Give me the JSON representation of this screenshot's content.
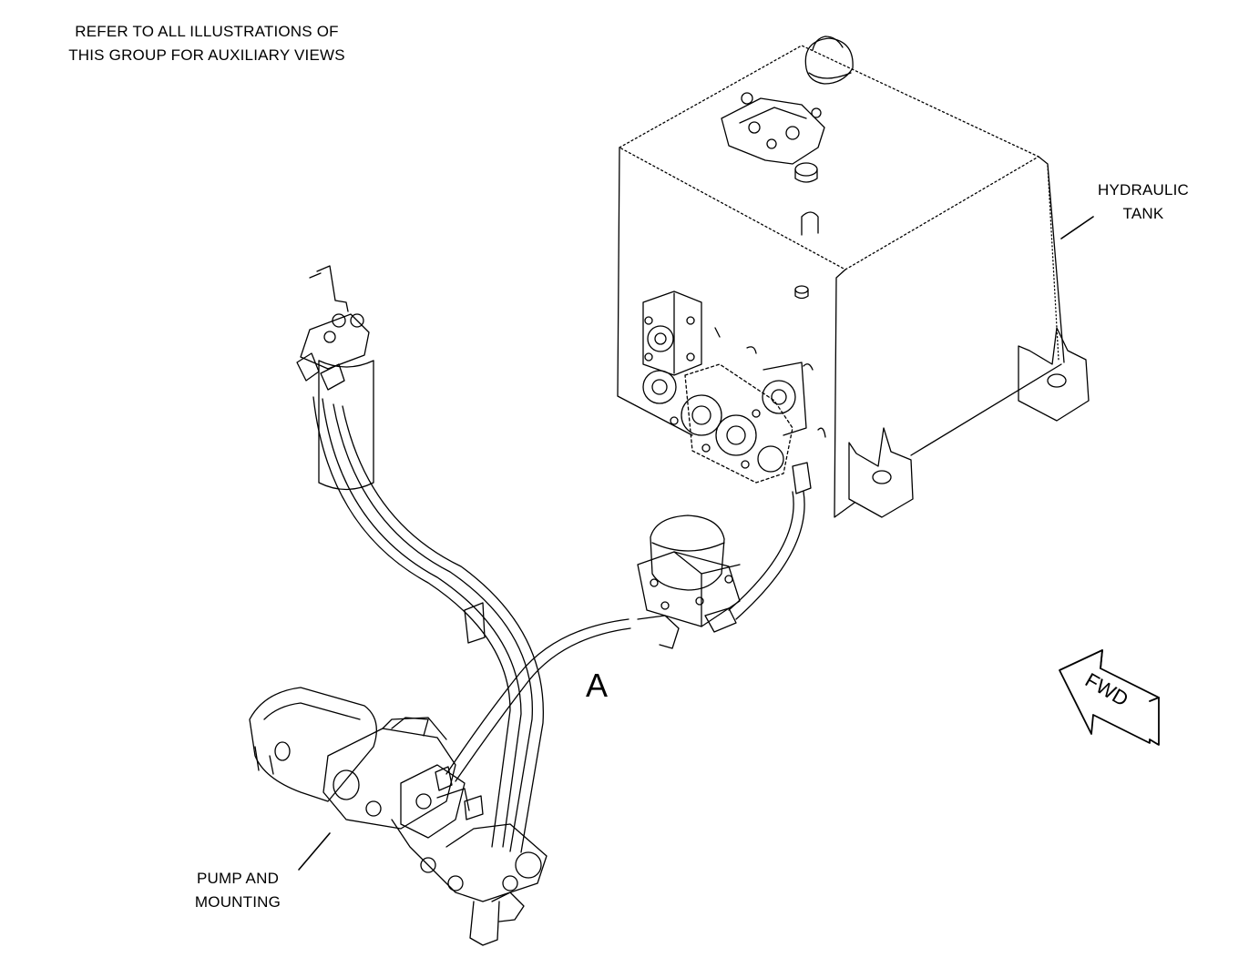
{
  "notes": {
    "line1": "REFER TO ALL ILLUSTRATIONS OF",
    "line2": "THIS GROUP FOR AUXILIARY VIEWS"
  },
  "callouts": {
    "tank": {
      "line1": "HYDRAULIC",
      "line2": "TANK"
    },
    "pump": {
      "line1": "PUMP AND",
      "line2": "MOUNTING"
    },
    "view": "A"
  },
  "direction_arrow": {
    "label": "FWD"
  },
  "colors": {
    "ink": "#000000",
    "paper": "#ffffff"
  }
}
